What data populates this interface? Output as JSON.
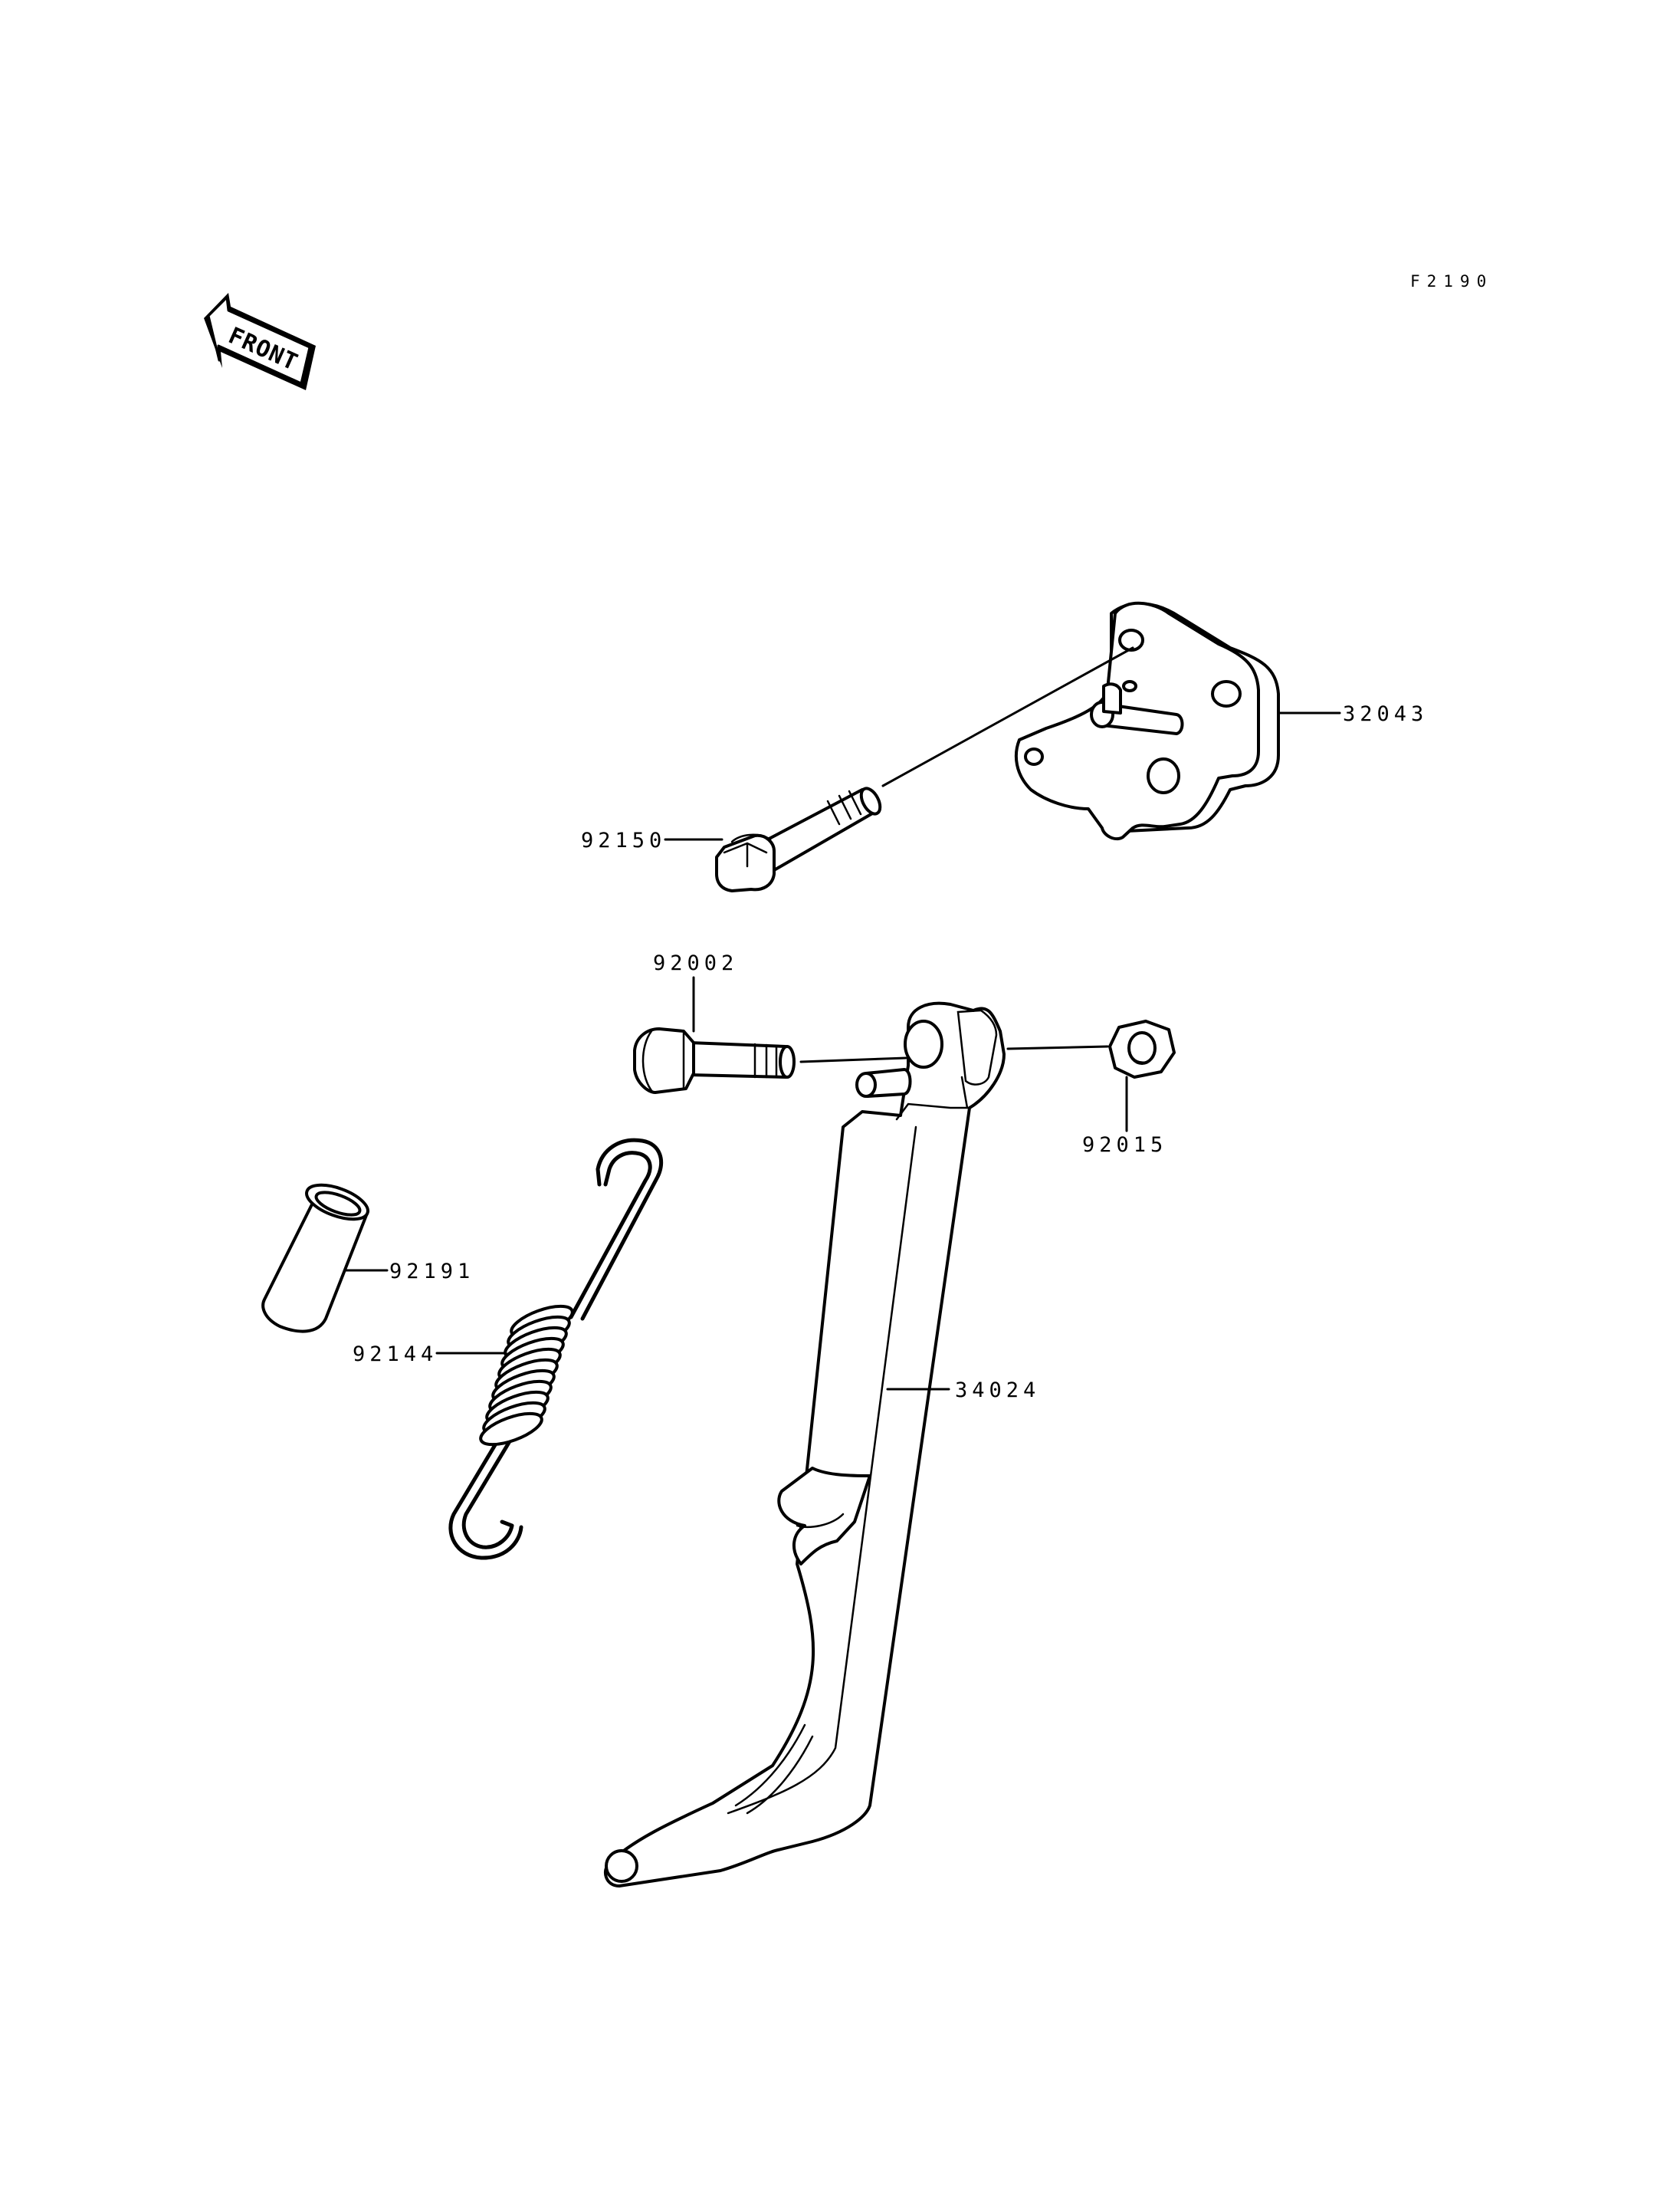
{
  "diagram_code": "F2190",
  "front_marker": {
    "text": "FRONT",
    "icon": "front-direction-arrow-icon"
  },
  "parts": {
    "bracket": {
      "number": "32043"
    },
    "mount_bolt": {
      "number": "92150"
    },
    "pivot_bolt": {
      "number": "92002"
    },
    "nut": {
      "number": "92015"
    },
    "collar": {
      "number": "92191"
    },
    "spring": {
      "number": "92144"
    },
    "side_stand": {
      "number": "34024"
    }
  }
}
